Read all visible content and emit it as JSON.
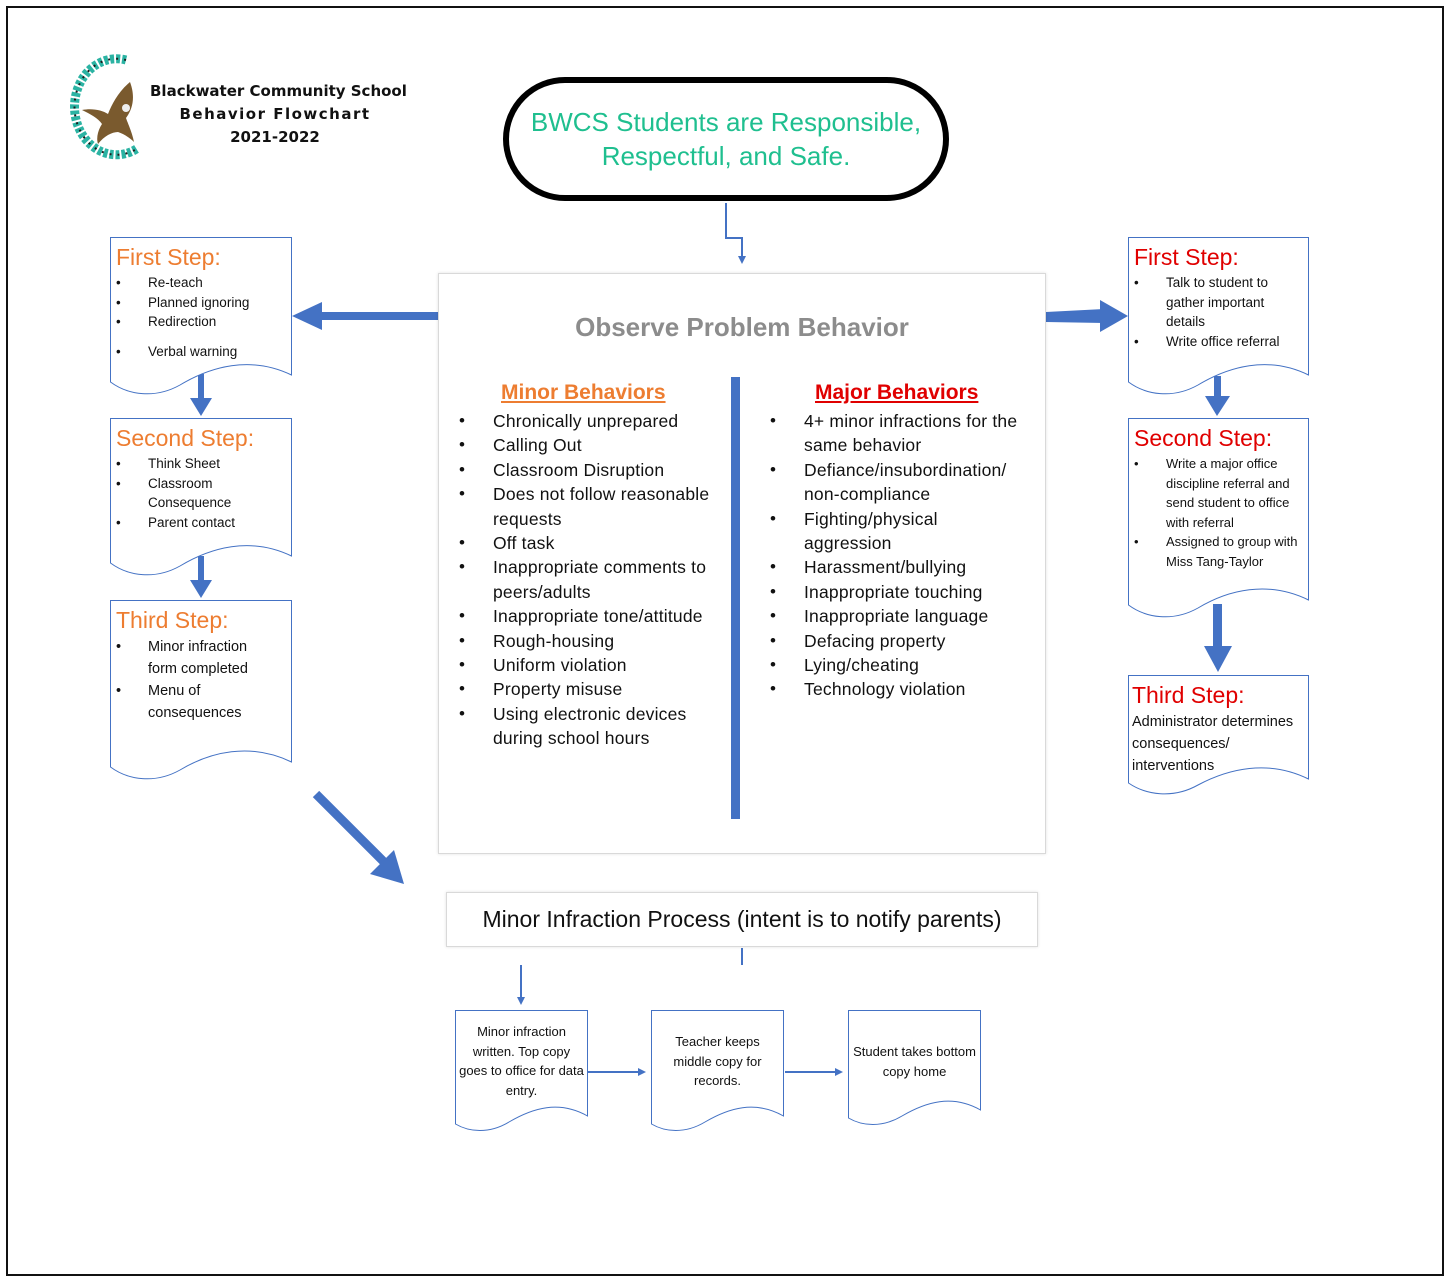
{
  "header": {
    "school_name": "Blackwater Community School",
    "doc_title": "Behavior Flowchart",
    "year": "2021-2022"
  },
  "motto": {
    "line1": "BWCS Students are Responsible,",
    "line2": "Respectful, and Safe."
  },
  "observe": {
    "title": "Observe Problem Behavior",
    "minor": {
      "heading": "Minor Behaviors",
      "items": [
        "Chronically unprepared",
        "Calling Out",
        "Classroom Disruption",
        "Does not follow reasonable requests",
        "Off task",
        "Inappropriate comments to peers/adults",
        "Inappropriate tone/attitude",
        "Rough-housing",
        "Uniform violation",
        "Property misuse",
        "Using electronic devices during school hours"
      ]
    },
    "major": {
      "heading": "Major Behaviors",
      "items": [
        "4+ minor infractions for the same behavior",
        "Defiance/insubordination/ non-compliance",
        "Fighting/physical aggression",
        "Harassment/bullying",
        "Inappropriate touching",
        "Inappropriate language",
        "Defacing property",
        "Lying/cheating",
        "Technology violation"
      ]
    }
  },
  "minor_steps": {
    "first": {
      "title": "First Step:",
      "items": [
        "Re-teach",
        "Planned ignoring",
        "Redirection",
        "Verbal warning"
      ]
    },
    "second": {
      "title": "Second Step:",
      "items": [
        "Think Sheet",
        "Classroom Consequence",
        "Parent contact"
      ]
    },
    "third": {
      "title": "Third Step:",
      "items": [
        "Minor infraction form completed",
        "Menu of consequences"
      ]
    }
  },
  "major_steps": {
    "first": {
      "title": "First Step:",
      "items": [
        "Talk to student to gather important details",
        "Write office referral"
      ]
    },
    "second": {
      "title": "Second Step:",
      "items": [
        "Write a major office discipline referral and send student to office with referral",
        "Assigned to group with Miss Tang-Taylor"
      ]
    },
    "third": {
      "title": "Third Step:",
      "text": "Administrator determines consequences/ interventions"
    }
  },
  "process": {
    "title": "Minor Infraction Process (intent is to notify parents)",
    "steps": [
      "Minor infraction written. Top copy goes to office for data entry.",
      "Teacher keeps middle copy for records.",
      "Student takes bottom copy home"
    ]
  },
  "colors": {
    "arrow": "#4472c4",
    "minor_accent": "#ed7d31",
    "major_accent": "#e00000",
    "motto_text": "#1fbf8f",
    "logo_ring": "#2bb3a3"
  }
}
